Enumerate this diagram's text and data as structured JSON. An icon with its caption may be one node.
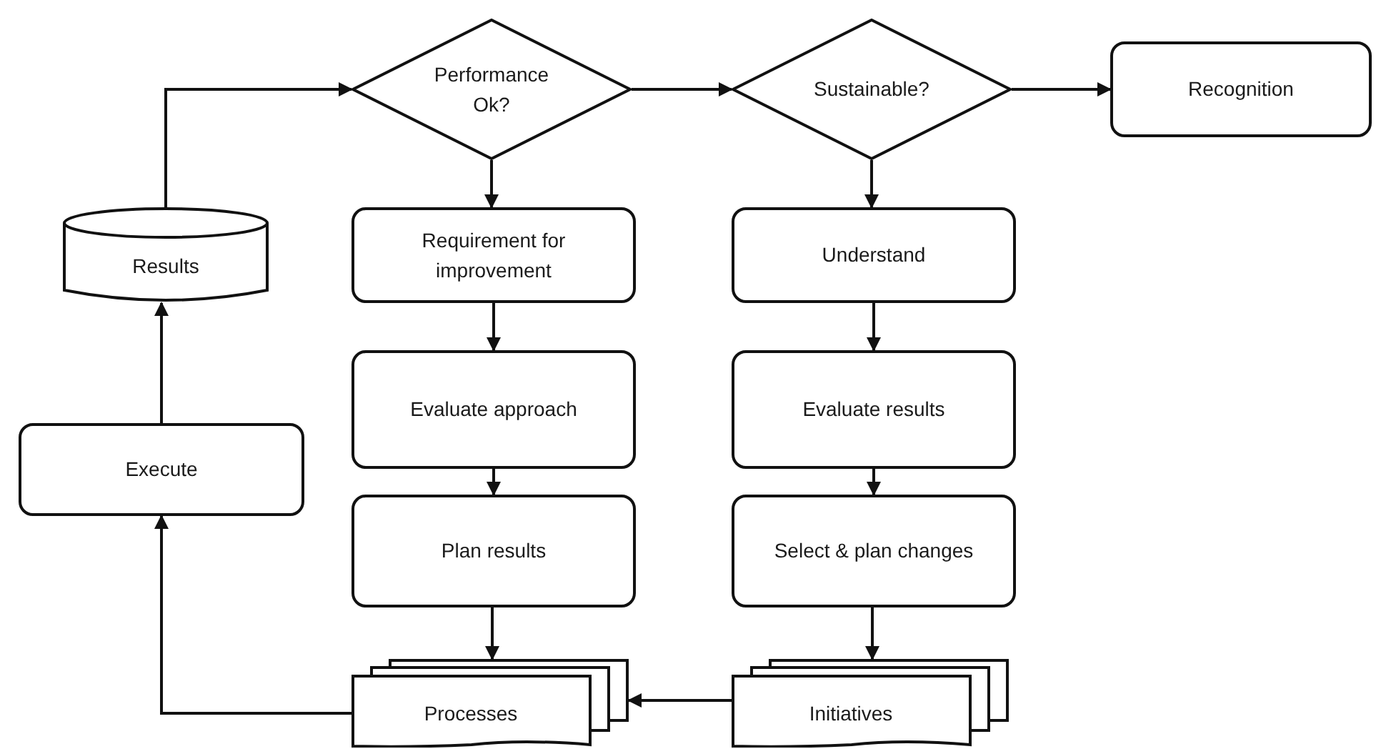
{
  "diagram": {
    "nodes": [
      {
        "text": [
          "Performance Ok?"
        ]
      },
      {
        "text": [
          "Sustainable?"
        ]
      },
      {
        "text": [
          "Recognition"
        ]
      },
      {
        "text": [
          "Results"
        ]
      },
      {
        "text": [
          "Requirement for improvement"
        ]
      },
      {
        "text": [
          "Understand"
        ]
      },
      {
        "text": [
          "Execute"
        ]
      },
      {
        "text": [
          "Evaluate approach"
        ]
      },
      {
        "text": [
          "Evaluate results"
        ]
      },
      {
        "text": [
          "Plan results"
        ]
      },
      {
        "text": [
          "Select & plan changes"
        ]
      },
      {
        "text": [
          "Processes"
        ]
      },
      {
        "text": [
          "Initiatives"
        ]
      }
    ],
    "edges": [
      {
        "from": 3,
        "to": 0,
        "arrow": "to"
      },
      {
        "from": 0,
        "to": 1,
        "arrow": "to"
      },
      {
        "from": 1,
        "to": 2,
        "arrow": "to"
      },
      {
        "from": 0,
        "to": 4,
        "arrow": "to"
      },
      {
        "from": 4,
        "to": 7,
        "arrow": "to"
      },
      {
        "from": 7,
        "to": 9,
        "arrow": "to"
      },
      {
        "from": 9,
        "to": 11,
        "arrow": "to"
      },
      {
        "from": 1,
        "to": 5,
        "arrow": "to"
      },
      {
        "from": 5,
        "to": 8,
        "arrow": "to"
      },
      {
        "from": 8,
        "to": 10,
        "arrow": "to"
      },
      {
        "from": 10,
        "to": 12,
        "arrow": "to"
      },
      {
        "from": 12,
        "to": 11,
        "arrow": "to"
      },
      {
        "from": 11,
        "to": 6,
        "arrow": "to"
      },
      {
        "from": 6,
        "to": 3,
        "arrow": "to"
      }
    ]
  }
}
